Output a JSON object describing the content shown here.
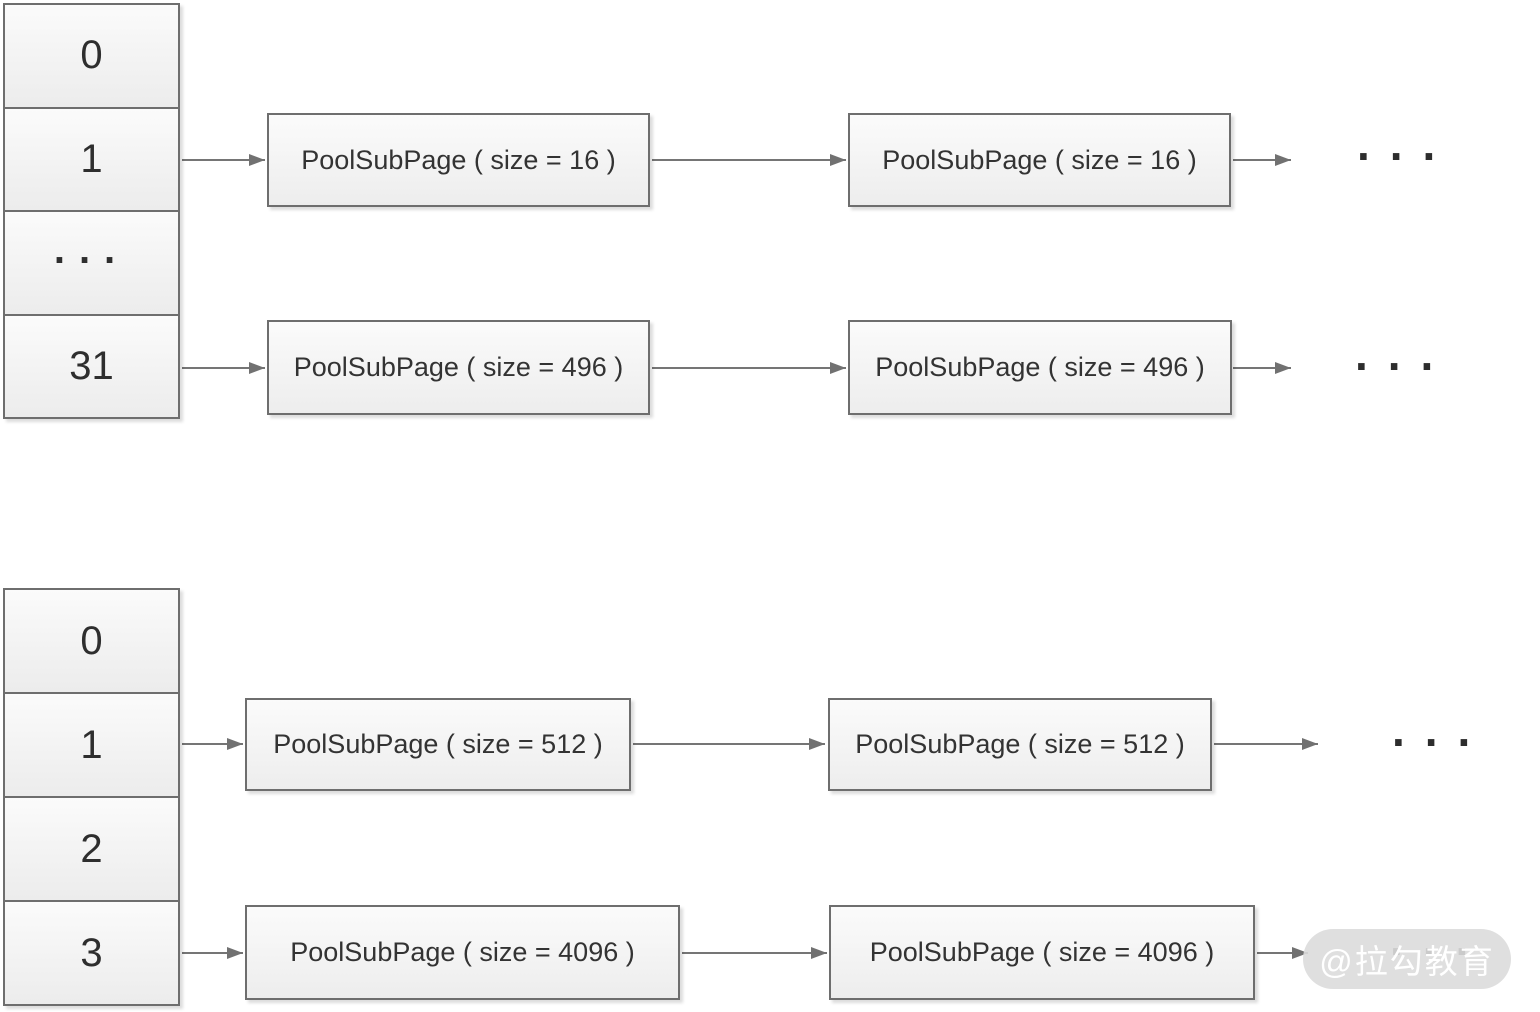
{
  "colors": {
    "box_border": "#6e6e6e",
    "box_fill_top": "#fbfbfb",
    "box_fill_bottom": "#ededed",
    "box_text": "#333333",
    "arrow": "#717171",
    "watermark_bg": "#dbdbdb",
    "watermark_text": "#ffffff"
  },
  "top_diagram": {
    "cells": [
      "0",
      "1",
      "...",
      "31"
    ],
    "rows": [
      {
        "boxes": [
          "PoolSubPage ( size = 16 )",
          "PoolSubPage ( size = 16 )"
        ],
        "ellipsis": "..."
      },
      {
        "boxes": [
          "PoolSubPage ( size = 496 )",
          "PoolSubPage ( size = 496 )"
        ],
        "ellipsis": "..."
      }
    ]
  },
  "bottom_diagram": {
    "cells": [
      "0",
      "1",
      "2",
      "3"
    ],
    "rows": [
      {
        "boxes": [
          "PoolSubPage ( size = 512 )",
          "PoolSubPage ( size = 512 )"
        ],
        "ellipsis": "..."
      },
      {
        "boxes": [
          "PoolSubPage ( size = 4096 )",
          "PoolSubPage ( size = 4096 )"
        ],
        "ellipsis": "..."
      }
    ]
  },
  "watermark": "@拉勾教育"
}
